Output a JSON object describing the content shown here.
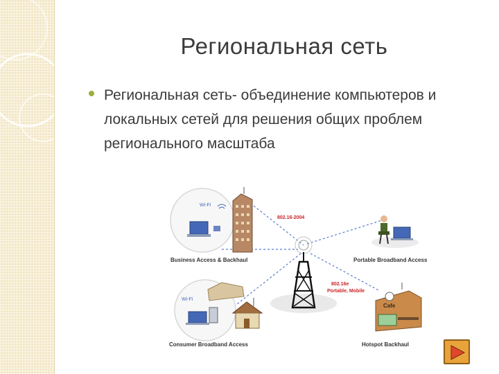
{
  "slide": {
    "title": "Региональная сеть",
    "bullet": "Региональная сеть- объединение компьютеров и локальных сетей для решения общих проблем регионального масштаба"
  },
  "diagram": {
    "labels": {
      "business": "Business Access & Backhaul",
      "portable": "Portable Broadband Access",
      "consumer": "Consumer Broadband Access",
      "hotspot": "Hotspot Backhaul",
      "std_2004": "802.16-2004",
      "std_e_1": "802.16e",
      "std_e_2": "Portable, Mobile",
      "wifi_1": "Wi-Fi",
      "wifi_2": "Wi-Fi",
      "cafe": "Cafe"
    }
  },
  "colors": {
    "accent_bullet": "#9cae3a",
    "side_strip": "#f3e7c6",
    "link_dashes": "#5b7bd0",
    "std_text": "#cc2222",
    "nav_button": "#e8a33a"
  },
  "icons": {
    "nav": "play-triangle-icon"
  }
}
